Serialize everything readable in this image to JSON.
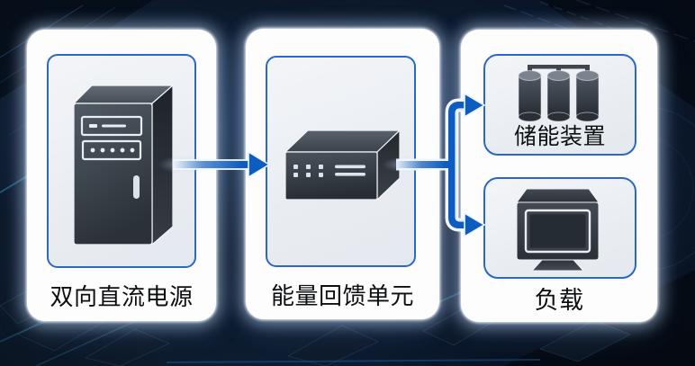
{
  "diagram": {
    "source_panel": {
      "label": "双向直流电源",
      "icon": "power-cabinet-icon"
    },
    "unit_panel": {
      "label": "能量回馈单元",
      "icon": "device-chassis-icon"
    },
    "output_panel": {
      "storage_box": {
        "label": "储能装置",
        "icon": "battery-bank-icon"
      },
      "load_box": {
        "label": "负载",
        "icon": "monitor-icon"
      }
    }
  },
  "colors": {
    "arrow_blue": "#0d5cc2",
    "box_border_blue": "#2b67c5",
    "panel_bg": "#fdfdfe",
    "inner_box_bg": "#eaeef3",
    "icon_dark_gray": "#31383f",
    "label_text": "#0c0e10",
    "background_navy": "#0a1422",
    "teal_accent": "#2f8ab8"
  }
}
